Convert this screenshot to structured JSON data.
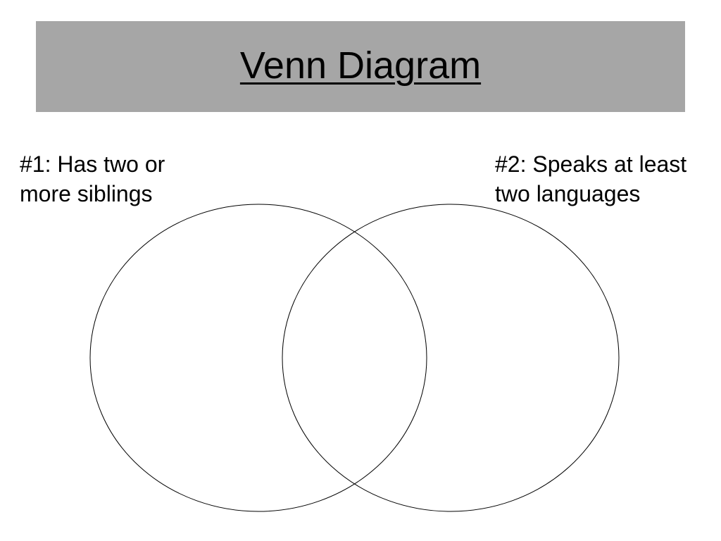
{
  "title": "Venn Diagram",
  "colors": {
    "title_bar": "#a6a6a6",
    "background": "#ffffff",
    "stroke": "#000000"
  },
  "sets": [
    {
      "label_line1": "#1: Has two or",
      "label_line2": "more siblings"
    },
    {
      "label_line1": "#2: Speaks at least",
      "label_line2": "two languages"
    }
  ]
}
